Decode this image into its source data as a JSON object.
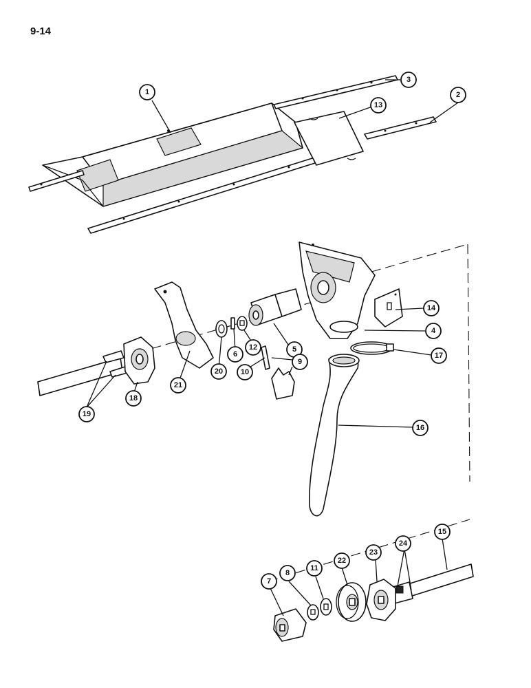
{
  "page": {
    "number": "9-14"
  },
  "diagram": {
    "callouts": [
      {
        "id": "c1",
        "label": "1"
      },
      {
        "id": "c2",
        "label": "2"
      },
      {
        "id": "c3",
        "label": "3"
      },
      {
        "id": "c4",
        "label": "4"
      },
      {
        "id": "c5",
        "label": "5"
      },
      {
        "id": "c6",
        "label": "6"
      },
      {
        "id": "c7",
        "label": "7"
      },
      {
        "id": "c8",
        "label": "8"
      },
      {
        "id": "c9",
        "label": "9"
      },
      {
        "id": "c10",
        "label": "10"
      },
      {
        "id": "c11",
        "label": "11"
      },
      {
        "id": "c12",
        "label": "12"
      },
      {
        "id": "c13",
        "label": "13"
      },
      {
        "id": "c14",
        "label": "14"
      },
      {
        "id": "c15",
        "label": "15"
      },
      {
        "id": "c16",
        "label": "16"
      },
      {
        "id": "c17",
        "label": "17"
      },
      {
        "id": "c18",
        "label": "18"
      },
      {
        "id": "c19",
        "label": "19"
      },
      {
        "id": "c20",
        "label": "20"
      },
      {
        "id": "c21",
        "label": "21"
      },
      {
        "id": "c22",
        "label": "22"
      },
      {
        "id": "c23",
        "label": "23"
      },
      {
        "id": "c24",
        "label": "24"
      }
    ]
  }
}
